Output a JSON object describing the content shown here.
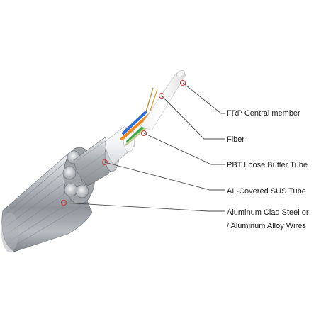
{
  "labels": {
    "frp": "FRP Central member",
    "fiber": "Fiber",
    "pbt": "PBT Loose Buffer Tube",
    "al_sus": "AL-Covered SUS Tube",
    "outer_line1": "Aluminum Clad Steel or",
    "outer_line2": "/ Aluminum Alloy Wires"
  },
  "colors": {
    "leader_line": "#4a4a4a",
    "marker": "#d23a3a",
    "fiber_blue": "#2f6fd6",
    "fiber_orange": "#f08a1c",
    "fiber_green": "#3aa845"
  }
}
